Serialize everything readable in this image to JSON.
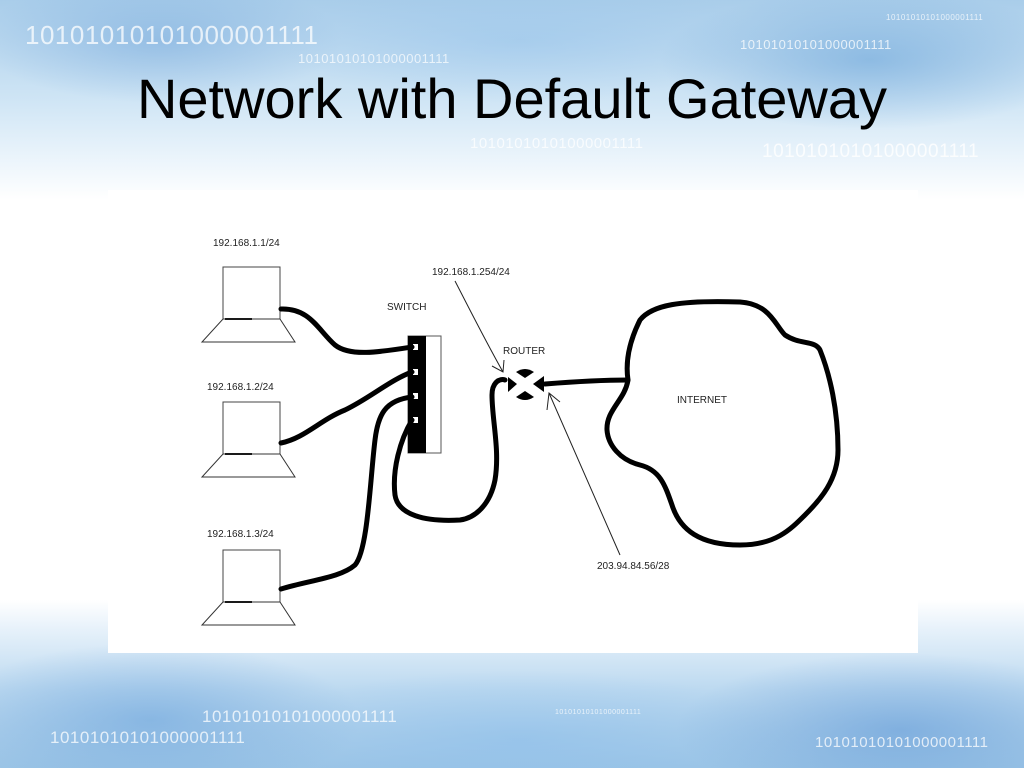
{
  "slide": {
    "title": "Network with Default Gateway",
    "background_pattern": [
      "10101010101000001111",
      "10101010101000001111",
      "10101010101000001111",
      "10101010101000001111",
      "10101010101000001111",
      "10101010101000001111",
      "10101010101000001111",
      "10101010101000001111",
      "10101010101000001111",
      "10101010101000001111"
    ]
  },
  "diagram": {
    "hosts": [
      {
        "label": "192.168.1.1/24"
      },
      {
        "label": "192.168.1.2/24"
      },
      {
        "label": "192.168.1.3/24"
      }
    ],
    "switch_label": "SWITCH",
    "router_label": "ROUTER",
    "gateway_lan_ip": "192.168.1.254/24",
    "gateway_wan_ip": "203.94.84.56/28",
    "internet_label": "INTERNET",
    "colors": {
      "line": "#000000",
      "panel": "#ffffff"
    }
  }
}
